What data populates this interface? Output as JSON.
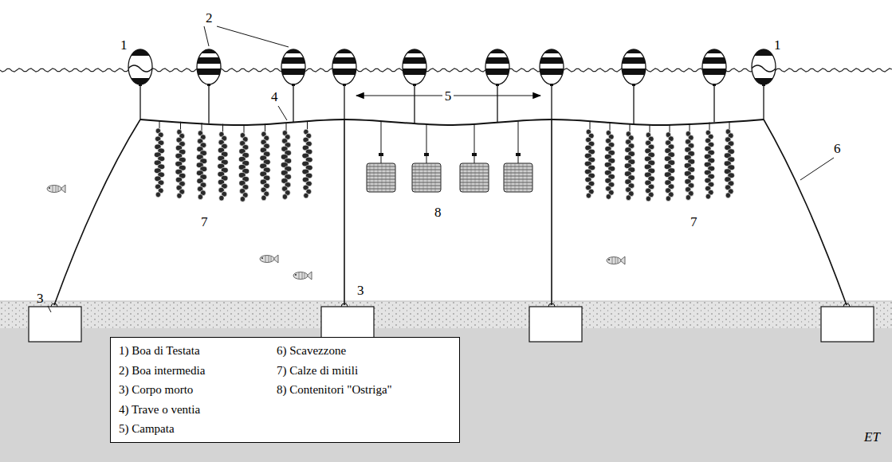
{
  "diagram": {
    "labels": [
      "1",
      "2",
      "1",
      "4",
      "5",
      "6",
      "7",
      "8",
      "7",
      "3",
      "3",
      "ET"
    ],
    "legend": [
      {
        "text": "1) Boa di Testata"
      },
      {
        "text": "2) Boa intermedia"
      },
      {
        "text": "3) Corpo morto"
      },
      {
        "text": "4) Trave o ventia"
      },
      {
        "text": "5) Campata"
      },
      {
        "text": "6) Scavezzone"
      },
      {
        "text": "7) Calze di mitili"
      },
      {
        "text": "8) Contenitori \"Ostriga\""
      }
    ]
  }
}
